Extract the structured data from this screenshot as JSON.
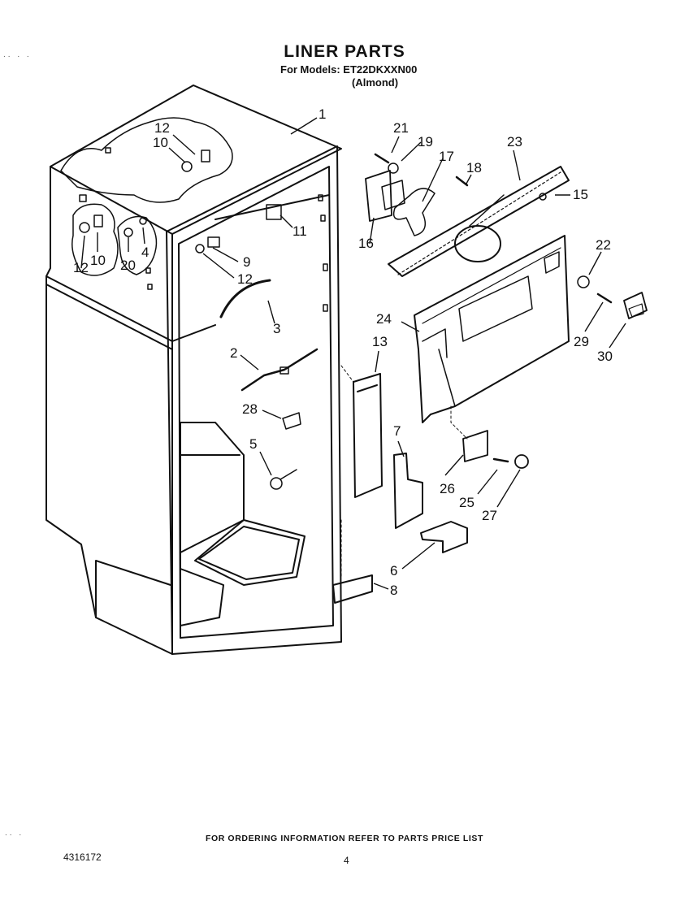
{
  "header": {
    "title": "LINER PARTS",
    "models": "For Models: ET22DKXXN00",
    "color": "(Almond)"
  },
  "callouts": [
    "1",
    "12",
    "10",
    "12",
    "10",
    "20",
    "4",
    "9",
    "12",
    "11",
    "3",
    "2",
    "28",
    "5",
    "13",
    "7",
    "8",
    "6",
    "21",
    "19",
    "17",
    "18",
    "23",
    "15",
    "16",
    "22",
    "24",
    "29",
    "30",
    "26",
    "25",
    "27"
  ],
  "footer": {
    "note": "FOR ORDERING INFORMATION REFER TO PARTS PRICE LIST",
    "document_number": "4316172",
    "page": "4"
  }
}
